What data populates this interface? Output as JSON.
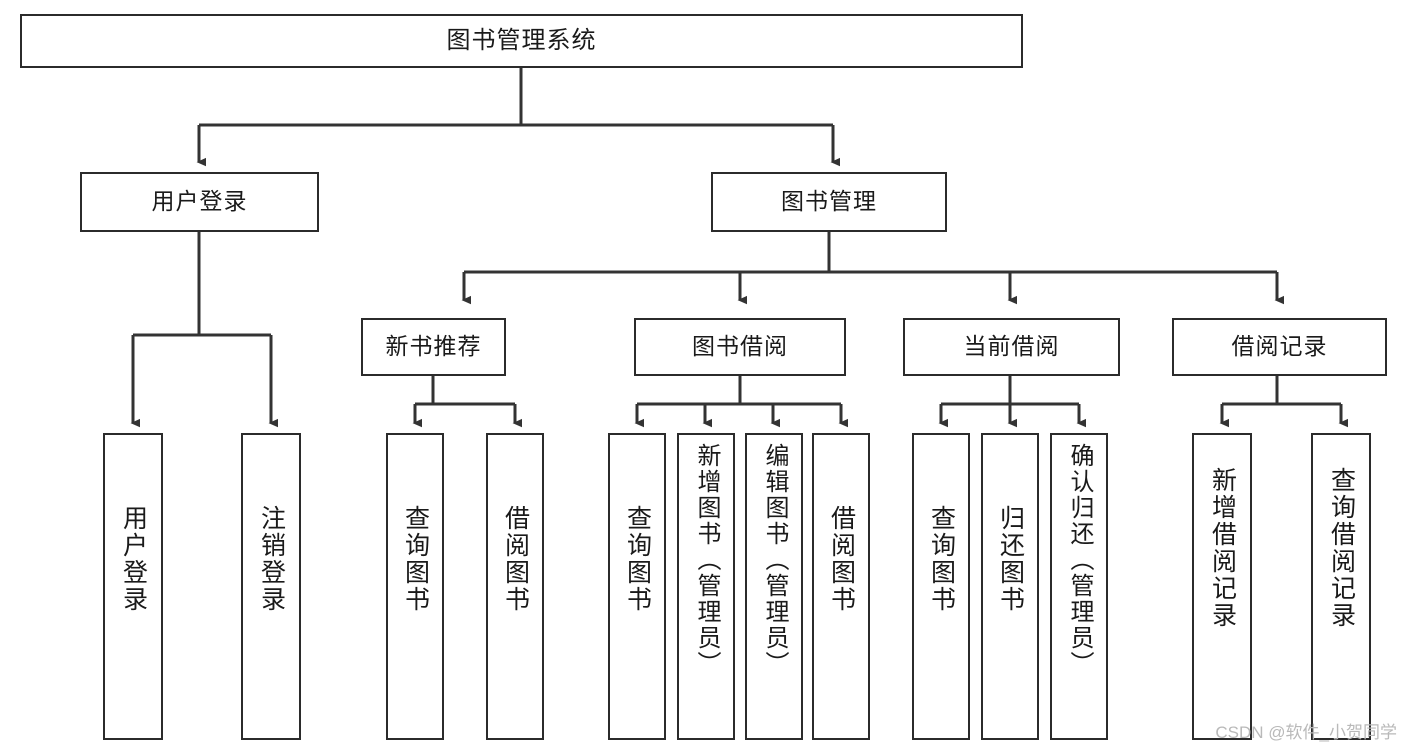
{
  "diagram": {
    "type": "tree-hierarchy",
    "title": "图书管理系统",
    "colors": {
      "background": "#ffffff",
      "border": "#2b2b2b",
      "text": "#1a1a1a",
      "connector": "#333333",
      "watermark": "#b9b9b9"
    },
    "root": {
      "label": "图书管理系统"
    },
    "level2": [
      {
        "key": "user-login",
        "label": "用户登录"
      },
      {
        "key": "book-manage",
        "label": "图书管理"
      }
    ],
    "level3": [
      {
        "key": "new-book-recommend",
        "label": "新书推荐"
      },
      {
        "key": "book-borrow",
        "label": "图书借阅"
      },
      {
        "key": "current-borrow",
        "label": "当前借阅"
      },
      {
        "key": "borrow-record",
        "label": "借阅记录"
      }
    ],
    "leaves": {
      "user-login": [
        {
          "key": "leaf-user-login",
          "label": "用户登录"
        },
        {
          "key": "leaf-logout-login",
          "label": "注销登录"
        }
      ],
      "new-book-recommend": [
        {
          "key": "leaf-query-book-1",
          "label": "查询图书"
        },
        {
          "key": "leaf-borrow-book-1",
          "label": "借阅图书"
        }
      ],
      "book-borrow": [
        {
          "key": "leaf-query-book-2",
          "label": "查询图书"
        },
        {
          "key": "leaf-add-book",
          "label": "新增图书（管理员）"
        },
        {
          "key": "leaf-edit-book",
          "label": "编辑图书（管理员）"
        },
        {
          "key": "leaf-borrow-book-2",
          "label": "借阅图书"
        }
      ],
      "current-borrow": [
        {
          "key": "leaf-query-book-3",
          "label": "查询图书"
        },
        {
          "key": "leaf-return-book",
          "label": "归还图书"
        },
        {
          "key": "leaf-confirm-return",
          "label": "确认归还（管理员）"
        }
      ],
      "borrow-record": [
        {
          "key": "leaf-add-record",
          "label": "新增借阅记录"
        },
        {
          "key": "leaf-query-record",
          "label": "查询借阅记录"
        }
      ]
    }
  },
  "watermark": {
    "text": "CSDN @软件_小贺同学"
  }
}
